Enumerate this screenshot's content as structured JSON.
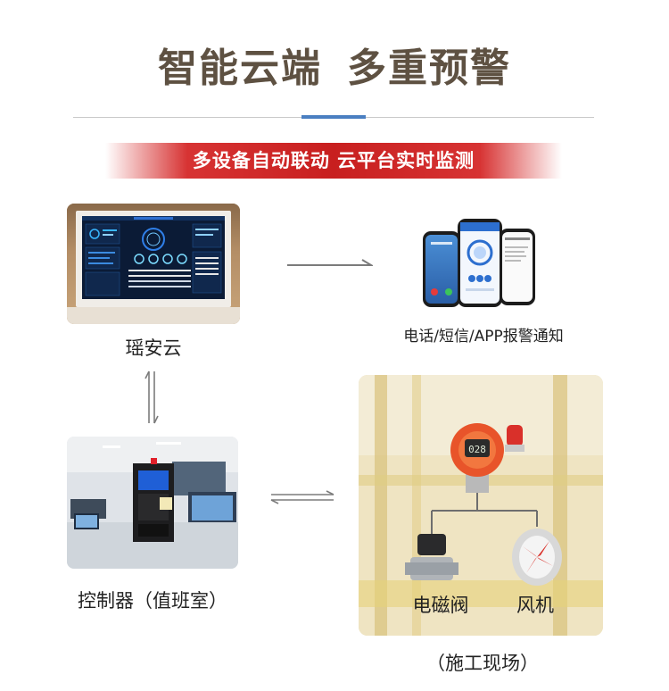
{
  "header": {
    "title_part1": "智能云端",
    "title_part2": "多重预警",
    "banner_text": "多设备自动联动 云平台实时监测"
  },
  "nodes": {
    "cloud_label": "瑶安云",
    "phone_label": "电话/短信/APP报警通知",
    "controller_label": "控制器（值班室）",
    "site_label": "（施工现场）",
    "valve_label": "电磁阀",
    "fan_label": "风机"
  },
  "devices": {
    "detector_display": "028"
  },
  "colors": {
    "title": "#5e5142",
    "banner_red": "#c81f1f",
    "accent_blue": "#4a7fc1",
    "arrow_gray": "#7b7b7b",
    "detector_orange": "#e8542a",
    "fan_red": "#d9302a"
  }
}
